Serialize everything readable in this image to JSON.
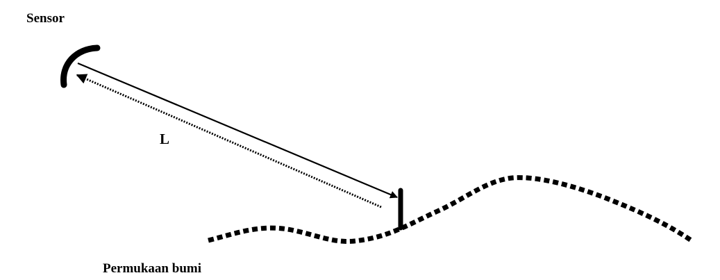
{
  "labels": {
    "sensor": "Sensor",
    "distance": "L",
    "surface": "Permukaan bumi"
  },
  "colors": {
    "ink": "#000000",
    "background": "#ffffff"
  }
}
